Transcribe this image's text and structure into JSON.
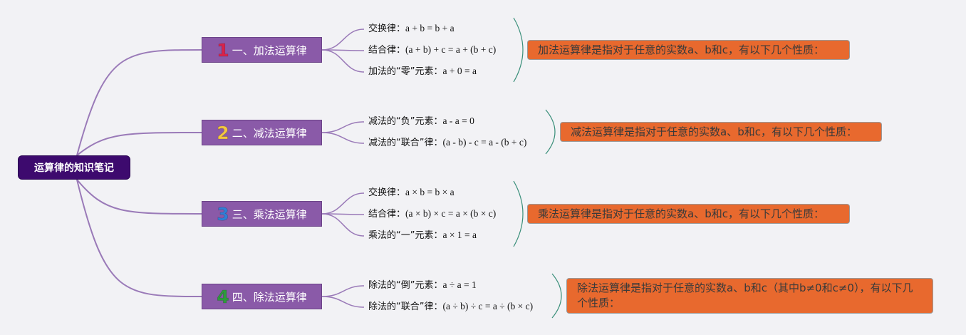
{
  "root": {
    "label": "运算律的知识笔记"
  },
  "branches": [
    {
      "number": "1",
      "number_color": "#d8234a",
      "label": "一、加法运算律",
      "items": [
        {
          "name": "交换律：",
          "formula": "a + b = b + a"
        },
        {
          "name": "结合律：",
          "formula": "(a + b) + c = a + (b + c)"
        },
        {
          "name": "加法的“零”元素：",
          "formula": "a + 0 = a"
        }
      ],
      "note": "加法运算律是指对于任意的实数a、b和c，有以下几个性质："
    },
    {
      "number": "2",
      "number_color": "#f3c640",
      "label": "二、减法运算律",
      "items": [
        {
          "name": "减法的“负”元素：",
          "formula": "a - a = 0"
        },
        {
          "name": "减法的“联合”律：",
          "formula": "(a - b) - c = a - (b + c)"
        }
      ],
      "note": "减法运算律是指对于任意的实数a、b和c，有以下几个性质："
    },
    {
      "number": "3",
      "number_color": "#2f7fd6",
      "label": "三、乘法运算律",
      "items": [
        {
          "name": "交换律：",
          "formula": "a × b = b × a"
        },
        {
          "name": "结合律：",
          "formula": "(a × b) × c = a × (b × c)"
        },
        {
          "name": "乘法的“一”元素：",
          "formula": "a × 1 = a"
        }
      ],
      "note": "乘法运算律是指对于任意的实数a、b和c，有以下几个性质："
    },
    {
      "number": "4",
      "number_color": "#2e9b3c",
      "label": "四、除法运算律",
      "items": [
        {
          "name": "除法的“倒”元素：",
          "formula": "a ÷ a = 1"
        },
        {
          "name": "除法的“联合”律：",
          "formula": "(a ÷ b) ÷ c = a ÷ (b × c)"
        }
      ],
      "note": "除法运算律是指对于任意的实数a、b和c（其中b≠0和c≠0），有以下几个性质："
    }
  ],
  "colors": {
    "connector": "#9a7ab8",
    "root_bg": "#3d0a6e",
    "branch_bg": "#8a5aa8",
    "note_bg": "#e8692e",
    "bracket": "#3a8f7a"
  }
}
